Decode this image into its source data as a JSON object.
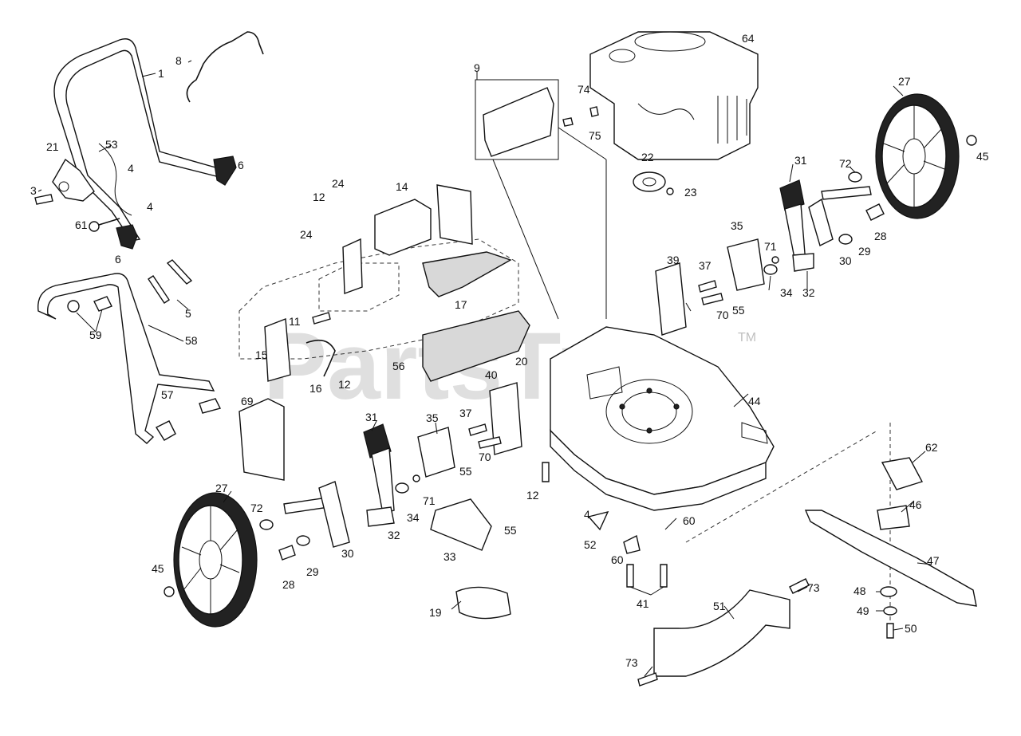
{
  "watermark": {
    "text": "PartsTree",
    "trademark": "TM"
  },
  "callouts": {
    "c1": "1",
    "c3": "3",
    "c4a": "4",
    "c4b": "4",
    "c4c": "4",
    "c5": "5",
    "c6a": "6",
    "c6b": "6",
    "c8": "8",
    "c9": "9",
    "c11": "11",
    "c12a": "12",
    "c12b": "12",
    "c12c": "12",
    "c14": "14",
    "c15": "15",
    "c16": "16",
    "c17": "17",
    "c19": "19",
    "c20": "20",
    "c21": "21",
    "c22": "22",
    "c23": "23",
    "c24a": "24",
    "c24b": "24",
    "c27a": "27",
    "c27b": "27",
    "c28a": "28",
    "c28b": "28",
    "c29a": "29",
    "c29b": "29",
    "c30a": "30",
    "c30b": "30",
    "c31a": "31",
    "c31b": "31",
    "c32a": "32",
    "c32b": "32",
    "c33": "33",
    "c34a": "34",
    "c34b": "34",
    "c35a": "35",
    "c35b": "35",
    "c37a": "37",
    "c37b": "37",
    "c39": "39",
    "c40": "40",
    "c41": "41",
    "c44": "44",
    "c45a": "45",
    "c45b": "45",
    "c46": "46",
    "c47": "47",
    "c48": "48",
    "c49": "49",
    "c50": "50",
    "c51": "51",
    "c52": "52",
    "c53": "53",
    "c55a": "55",
    "c55b": "55",
    "c55c": "55",
    "c56": "56",
    "c57": "57",
    "c58": "58",
    "c59": "59",
    "c60a": "60",
    "c60b": "60",
    "c61": "61",
    "c62": "62",
    "c64": "64",
    "c69": "69",
    "c70a": "70",
    "c70b": "70",
    "c71a": "71",
    "c71b": "71",
    "c72a": "72",
    "c72b": "72",
    "c73a": "73",
    "c73b": "73",
    "c74": "74",
    "c75": "75"
  }
}
